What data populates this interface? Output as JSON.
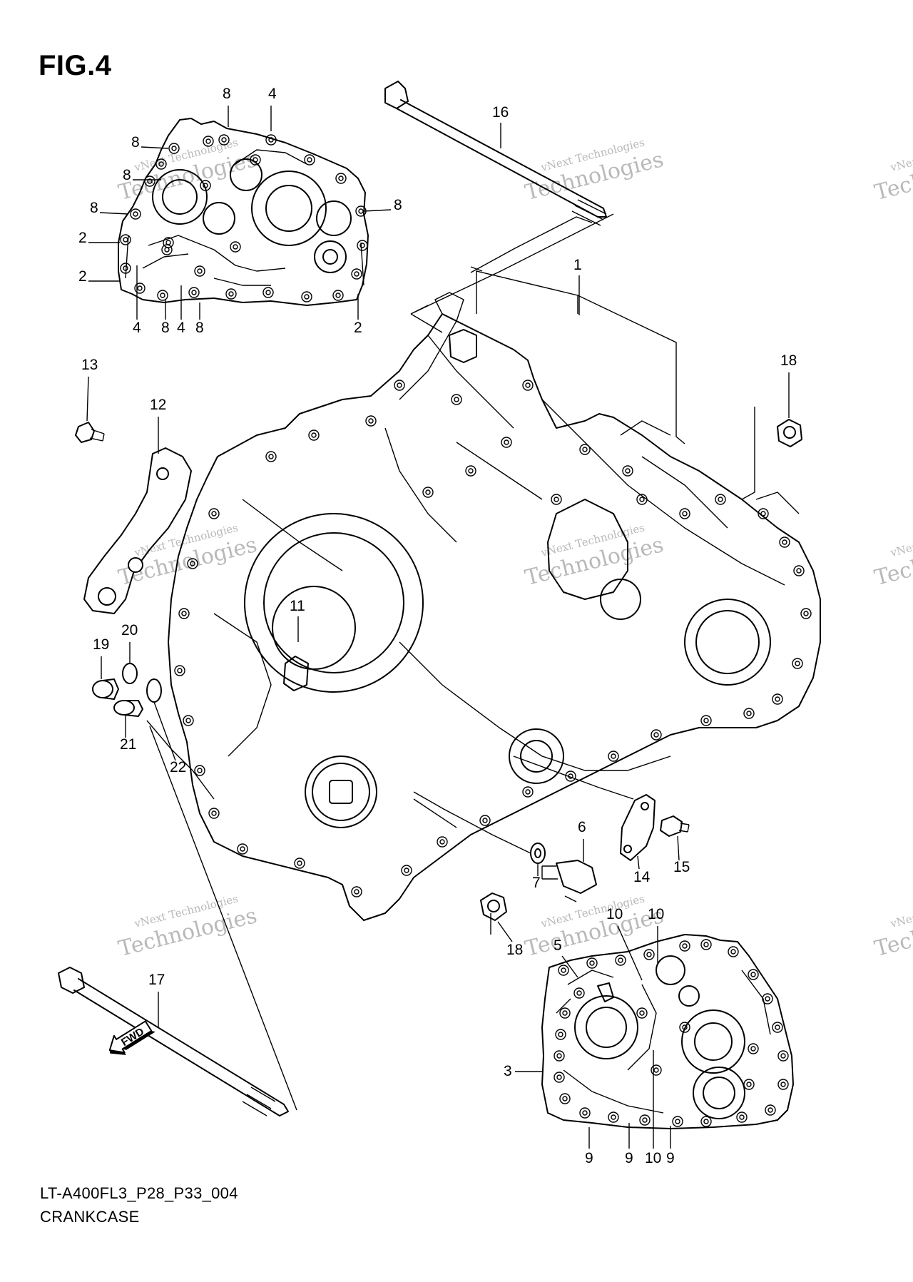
{
  "figure_title": "FIG.4",
  "footer": {
    "model_code": "LT-A400FL3_P28_P33_004",
    "section_name": "CRANKCASE"
  },
  "fwd_label": "FWD",
  "watermark": {
    "line1": "vNext Technologies",
    "line2": "Technologies"
  },
  "callouts": [
    "1",
    "2",
    "3",
    "4",
    "5",
    "6",
    "7",
    "8",
    "9",
    "10",
    "11",
    "12",
    "13",
    "14",
    "15",
    "16",
    "17",
    "18",
    "19",
    "20",
    "21",
    "22"
  ],
  "icons": {
    "fwd_arrow": "fwd-arrow-icon"
  }
}
